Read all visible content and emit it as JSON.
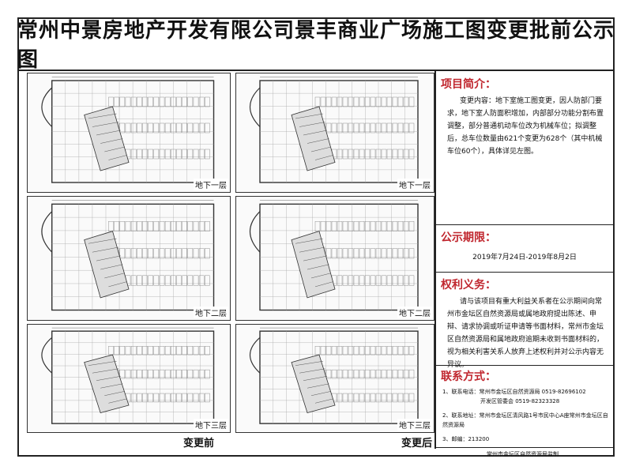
{
  "title": "常州中景房地产开发有限公司景丰商业广场施工图变更批前公示图",
  "floors": {
    "b1": "地下一层",
    "b2": "地下二层",
    "b3": "地下三层"
  },
  "columns": {
    "before": "变更前",
    "after": "变更后"
  },
  "project_intro": {
    "heading": "项目简介：",
    "body": "变更内容：地下室施工图变更，因人防部门要求，地下室人防面积增加，内部部分功能分割布置调整，部分普通机动车位改为机械车位；拟调整后，总车位数量由621个变更为628个（其中机械车位60个），具体详见左图。"
  },
  "period": {
    "heading": "公示期限：",
    "text": "2019年7月24日-2019年8月2日"
  },
  "rights": {
    "heading": "权利义务：",
    "body": "请与该项目有重大利益关系者在公示期间向常州市金坛区自然资源局或属地政府提出陈述、申辩、请求协调或听证申请等书面材料，常州市金坛区自然资源局和属地政府逾期未收到书面材料的，视为相关利害关系人放弃上述权利并对公示内容无异议。"
  },
  "contact": {
    "heading": "联系方式：",
    "line1": "1、联系电话：常州市金坛区自然资源局          0519-82696102",
    "line1b": "开发区管委会                        0519-82323328",
    "line2": "2、联系地址：常州市金坛区清风路1号市民中心A座常州市金坛区自然资源局",
    "line3": "3、邮编：213200"
  },
  "footer": "常州市金坛区自然资源局监制"
}
